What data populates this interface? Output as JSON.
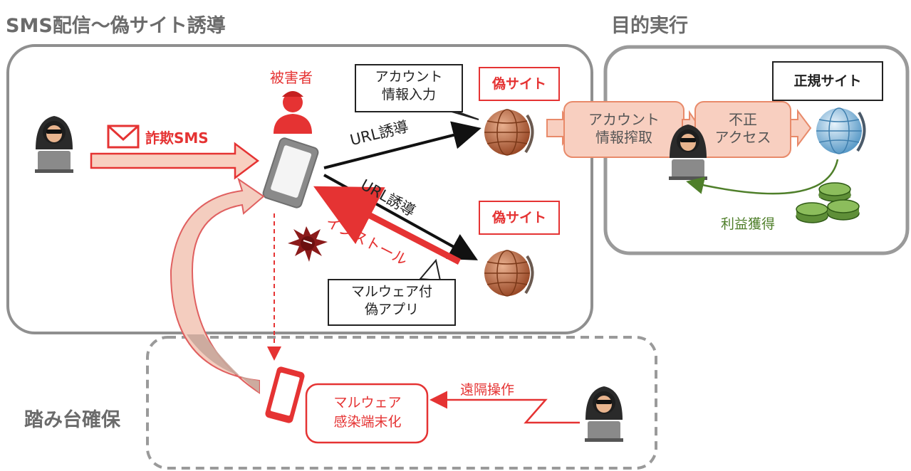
{
  "sections": {
    "sms": "SMS配信～偽サイト誘導",
    "goal": "目的実行",
    "stepping": "踏み台確保"
  },
  "labels": {
    "victim": "被害者",
    "fraud_sms": "詐欺SMS",
    "url_guide_1": "URL誘導",
    "url_guide_2": "URL誘導",
    "install": "インストール",
    "fake_site_1": "偽サイト",
    "fake_site_2": "偽サイト",
    "legit_site": "正規サイト",
    "account_input_l1": "アカウント",
    "account_input_l2": "情報入力",
    "malware_app_l1": "マルウェア付",
    "malware_app_l2": "偽アプリ",
    "account_steal_l1": "アカウント",
    "account_steal_l2": "情報搾取",
    "unauth_l1": "不正",
    "unauth_l2": "アクセス",
    "profit": "利益獲得",
    "infected_l1": "マルウェア",
    "infected_l2": "感染端末化",
    "remote": "遠隔操作"
  },
  "colors": {
    "red": "#e53333",
    "peach": "#f9d2c0",
    "green": "#4f7f2a",
    "gray_border": "#8f8f8f"
  }
}
